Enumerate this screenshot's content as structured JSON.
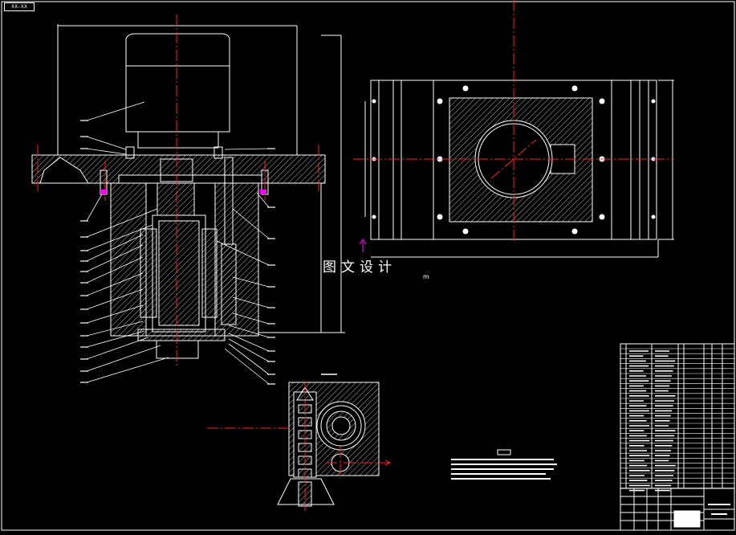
{
  "sheet_tag": "ⅩⅩ-ⅩⅩ",
  "watermark": {
    "text": "图文设计",
    "suffix": "m"
  },
  "colors": {
    "line": "#ffffff",
    "centerline": "#ff2020",
    "accent": "#ff00ff",
    "bg": "#000000"
  }
}
